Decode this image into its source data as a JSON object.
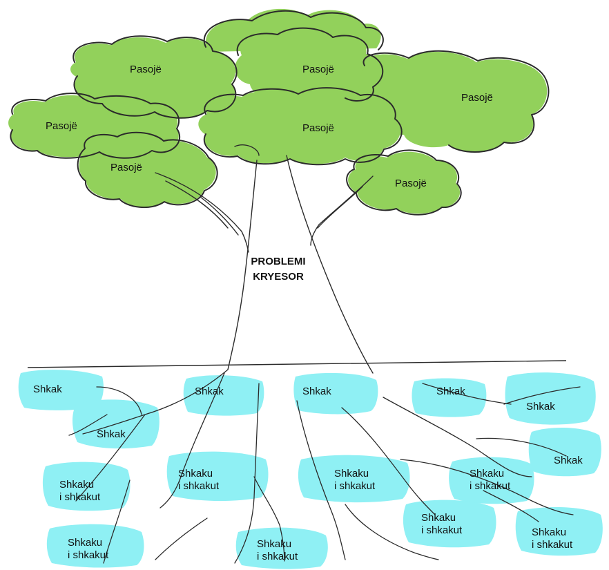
{
  "colors": {
    "leaf_fill": "#92d15b",
    "root_fill": "#8ff0f4",
    "ink": "#2b2b2b"
  },
  "trunk": {
    "line1": "PROBLEMI",
    "line2": "KRYESOR"
  },
  "consequences": [
    "Pasojë",
    "Pasojë",
    "Pasojë",
    "Pasojë",
    "Pasojë",
    "Pasojë",
    "Pasojë"
  ],
  "causes": [
    "Shkak",
    "Shkak",
    "Shkak",
    "Shkak",
    "Shkak",
    "Shkak",
    "Shkak"
  ],
  "sub_causes": [
    {
      "l1": "Shkaku",
      "l2": "i shkakut"
    },
    {
      "l1": "Shkaku",
      "l2": "i shkakut"
    },
    {
      "l1": "Shkaku",
      "l2": "i shkakut"
    },
    {
      "l1": "Shkaku",
      "l2": "i shkakut"
    },
    {
      "l1": "Shkaku",
      "l2": "i shkakut"
    },
    {
      "l1": "Shkaku",
      "l2": "i shkakut"
    },
    {
      "l1": "Shkaku",
      "l2": "i shkakut"
    },
    {
      "l1": "Shkaku",
      "l2": "i shkakut"
    }
  ]
}
